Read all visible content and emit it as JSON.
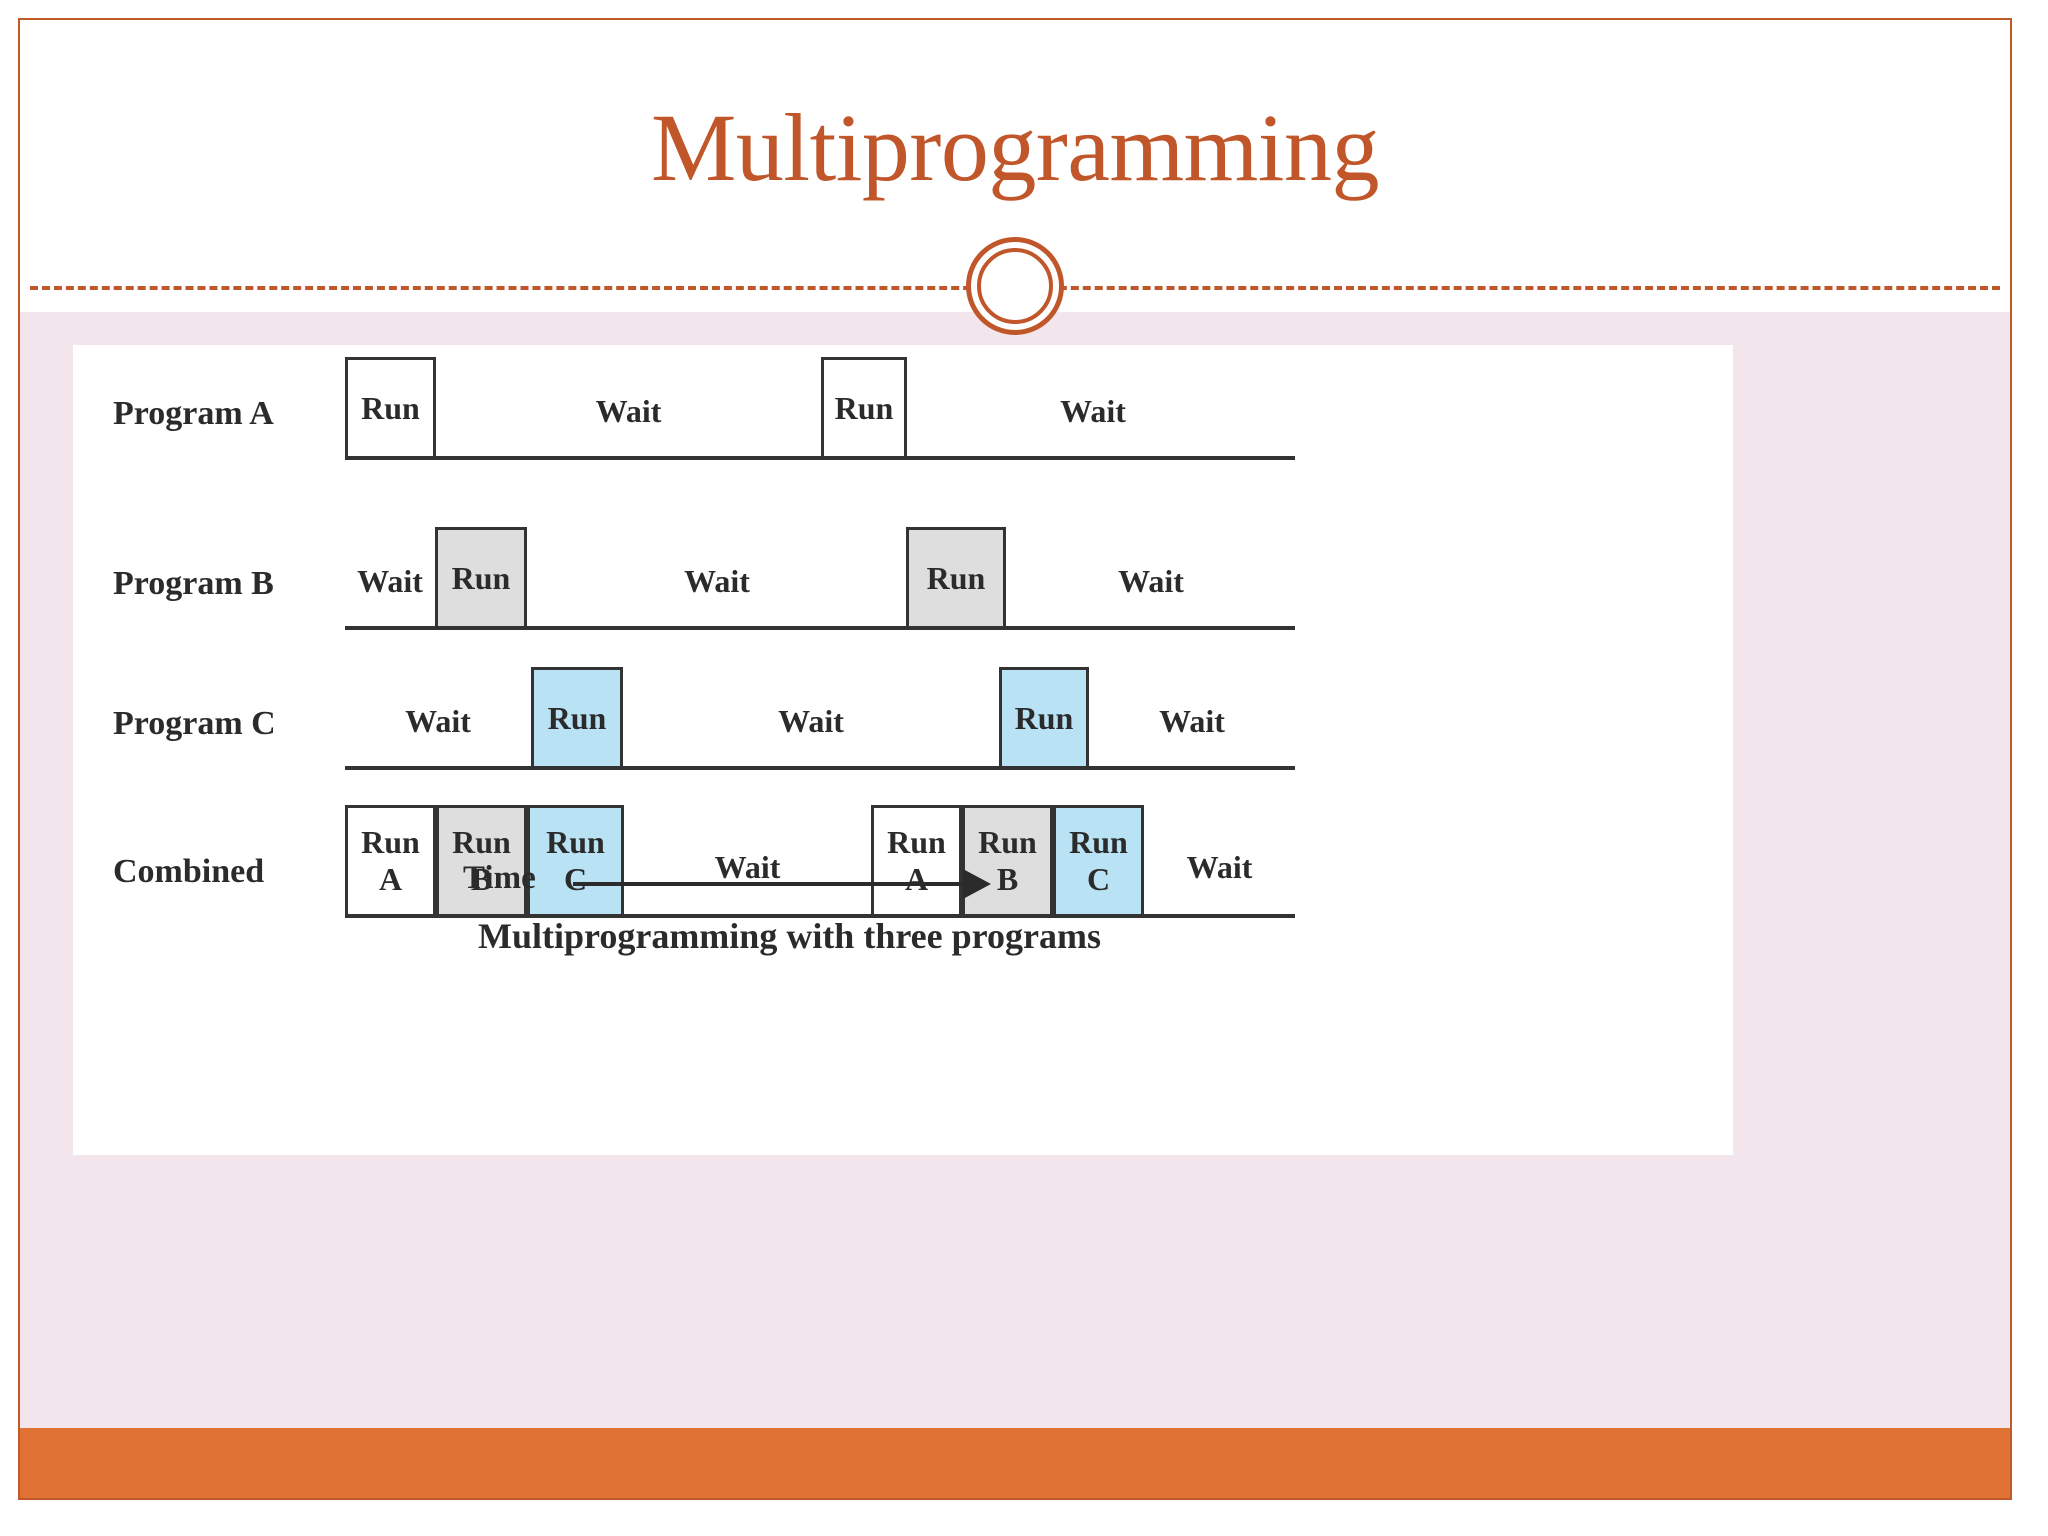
{
  "slide": {
    "title": "Multiprogramming",
    "theme": {
      "accent": "#c0562a",
      "band": "#e07234",
      "body_bg": "#f2e6ec",
      "panel_bg": "#ffffff",
      "run_gray": "#dedede",
      "run_blue": "#b9e2f5",
      "ink": "#2b2b2b"
    }
  },
  "figure": {
    "caption": "Multiprogramming with three programs",
    "time_axis_label": "Time",
    "rows": [
      {
        "label": "Program A",
        "segments": [
          {
            "kind": "run",
            "text": "Run",
            "sub": "",
            "fill": "white"
          },
          {
            "kind": "wait",
            "text": "Wait",
            "sub": "",
            "fill": "none"
          },
          {
            "kind": "run",
            "text": "Run",
            "sub": "",
            "fill": "white"
          },
          {
            "kind": "wait",
            "text": "Wait",
            "sub": "",
            "fill": "none"
          }
        ]
      },
      {
        "label": "Program B",
        "segments": [
          {
            "kind": "wait",
            "text": "Wait",
            "sub": "",
            "fill": "none"
          },
          {
            "kind": "run",
            "text": "Run",
            "sub": "",
            "fill": "gray"
          },
          {
            "kind": "wait",
            "text": "Wait",
            "sub": "",
            "fill": "none"
          },
          {
            "kind": "run",
            "text": "Run",
            "sub": "",
            "fill": "gray"
          },
          {
            "kind": "wait",
            "text": "Wait",
            "sub": "",
            "fill": "none"
          }
        ]
      },
      {
        "label": "Program C",
        "segments": [
          {
            "kind": "wait",
            "text": "Wait",
            "sub": "",
            "fill": "none"
          },
          {
            "kind": "run",
            "text": "Run",
            "sub": "",
            "fill": "blue"
          },
          {
            "kind": "wait",
            "text": "Wait",
            "sub": "",
            "fill": "none"
          },
          {
            "kind": "run",
            "text": "Run",
            "sub": "",
            "fill": "blue"
          },
          {
            "kind": "wait",
            "text": "Wait",
            "sub": "",
            "fill": "none"
          }
        ]
      },
      {
        "label": "Combined",
        "segments": [
          {
            "kind": "run",
            "text": "Run",
            "sub": "A",
            "fill": "white"
          },
          {
            "kind": "run",
            "text": "Run",
            "sub": "B",
            "fill": "gray"
          },
          {
            "kind": "run",
            "text": "Run",
            "sub": "C",
            "fill": "blue"
          },
          {
            "kind": "wait",
            "text": "Wait",
            "sub": "",
            "fill": "none"
          },
          {
            "kind": "run",
            "text": "Run",
            "sub": "A",
            "fill": "white"
          },
          {
            "kind": "run",
            "text": "Run",
            "sub": "B",
            "fill": "gray"
          },
          {
            "kind": "run",
            "text": "Run",
            "sub": "C",
            "fill": "blue"
          },
          {
            "kind": "wait",
            "text": "Wait",
            "sub": "",
            "fill": "none"
          }
        ]
      }
    ]
  }
}
